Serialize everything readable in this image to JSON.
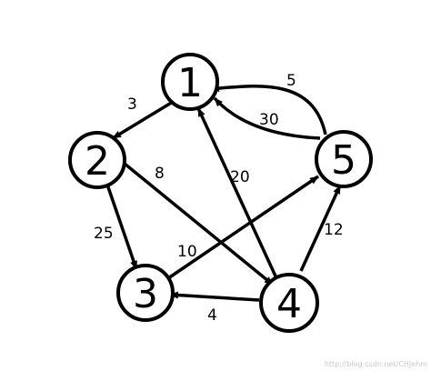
{
  "nodes": [
    {
      "id": "1",
      "label": "1"
    },
    {
      "id": "2",
      "label": "2"
    },
    {
      "id": "3",
      "label": "3"
    },
    {
      "id": "4",
      "label": "4"
    },
    {
      "id": "5",
      "label": "5"
    }
  ],
  "edges": [
    {
      "from": "1",
      "to": "2",
      "weight": "3"
    },
    {
      "from": "2",
      "to": "3",
      "weight": "25"
    },
    {
      "from": "2",
      "to": "4",
      "weight": "8"
    },
    {
      "from": "3",
      "to": "5",
      "weight": "10"
    },
    {
      "from": "4",
      "to": "3",
      "weight": "4"
    },
    {
      "from": "4",
      "to": "1",
      "weight": "20"
    },
    {
      "from": "4",
      "to": "5",
      "weight": "12"
    },
    {
      "from": "5",
      "to": "1",
      "weight": "5"
    },
    {
      "from": "5",
      "to": "1",
      "weight": "30"
    }
  ],
  "watermark": "http://blog.csdn.net/CHJehm"
}
